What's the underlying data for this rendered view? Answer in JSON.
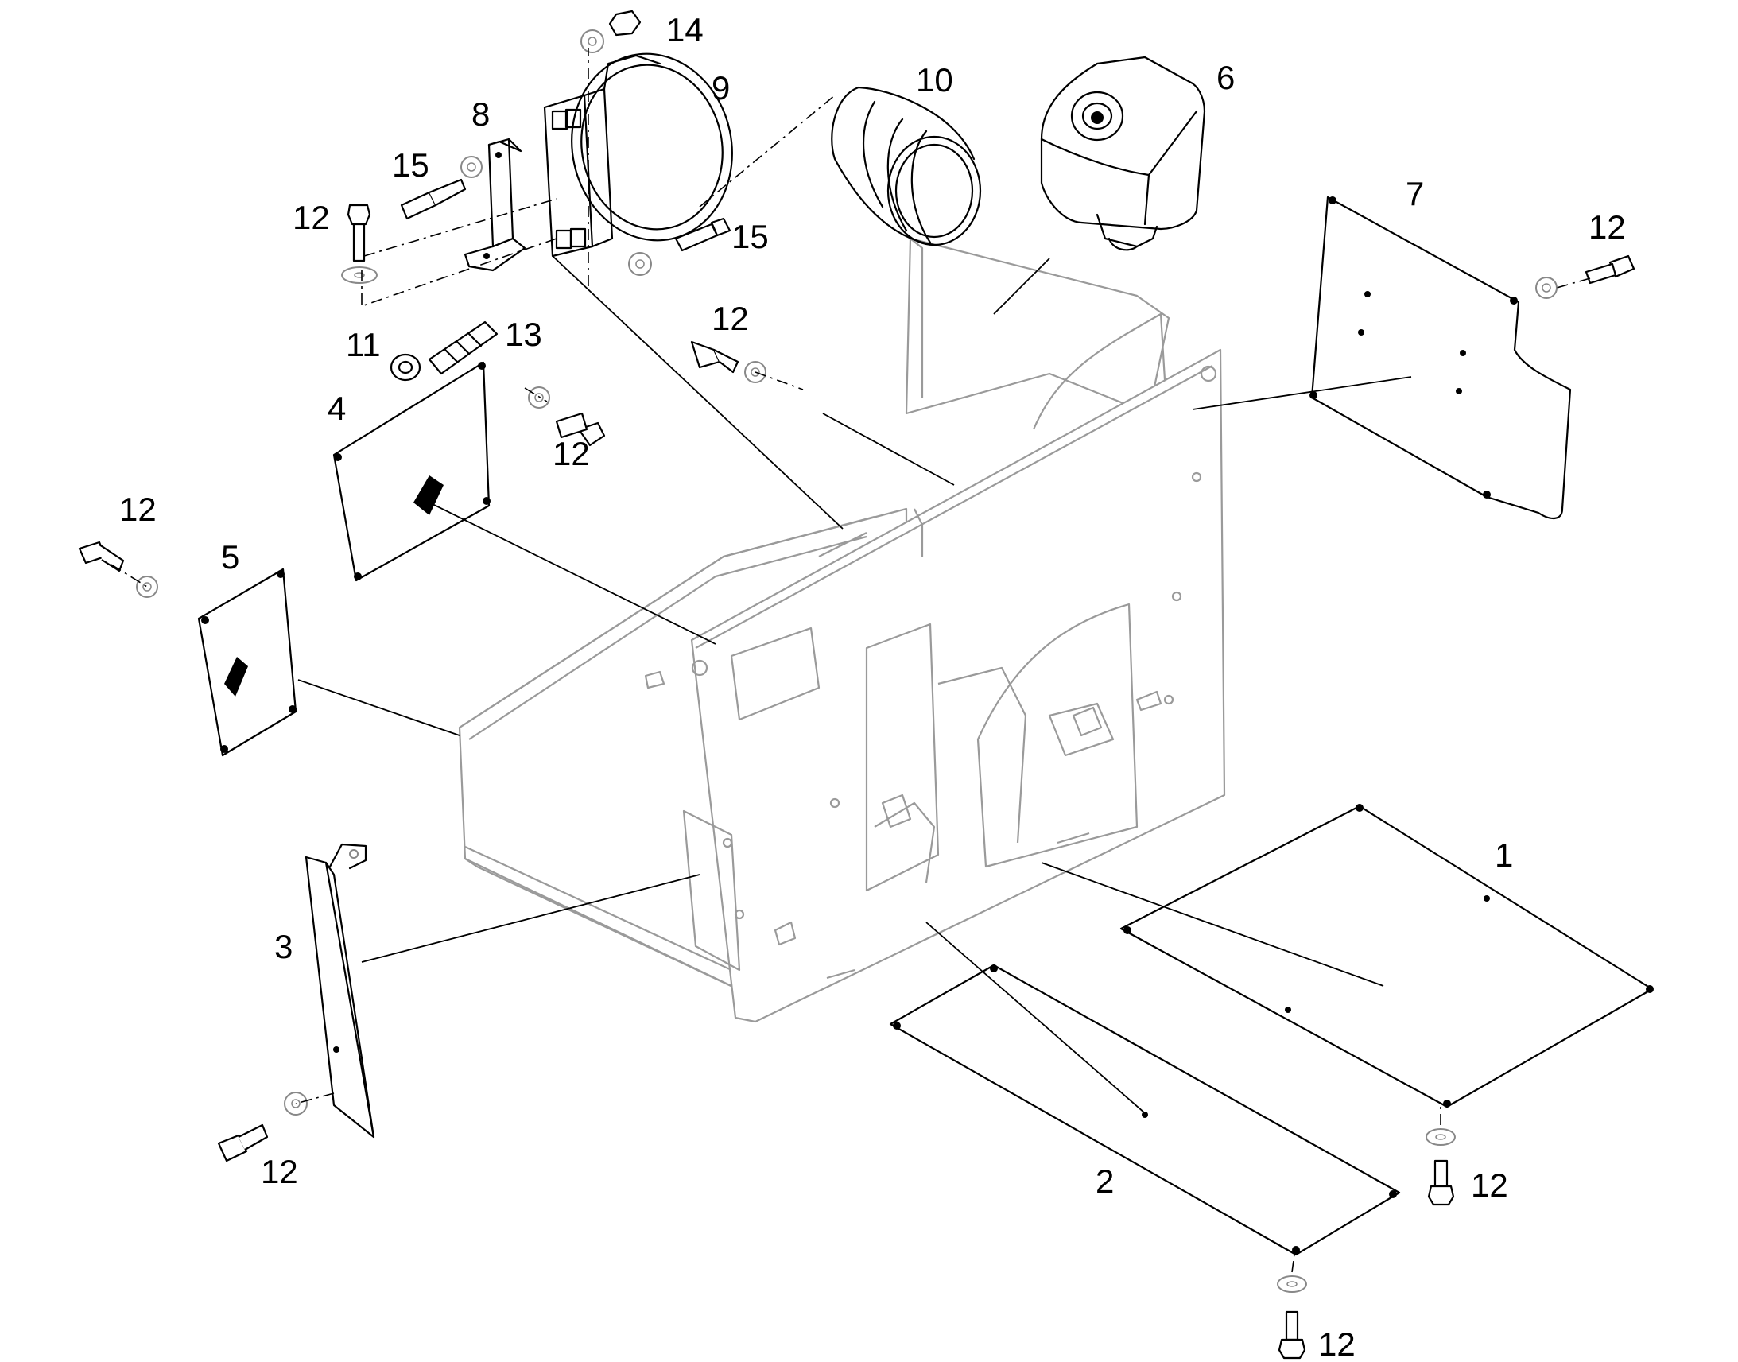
{
  "callouts": {
    "c1": "1",
    "c2": "2",
    "c3": "3",
    "c4": "4",
    "c5": "5",
    "c6": "6",
    "c7": "7",
    "c8": "8",
    "c9": "9",
    "c10": "10",
    "c11": "11",
    "c12a": "12",
    "c12b": "12",
    "c12c": "12",
    "c12d": "12",
    "c12e": "12",
    "c12f": "12",
    "c12g": "12",
    "c12h": "12",
    "c13": "13",
    "c14": "14",
    "c15a": "15",
    "c15b": "15"
  }
}
